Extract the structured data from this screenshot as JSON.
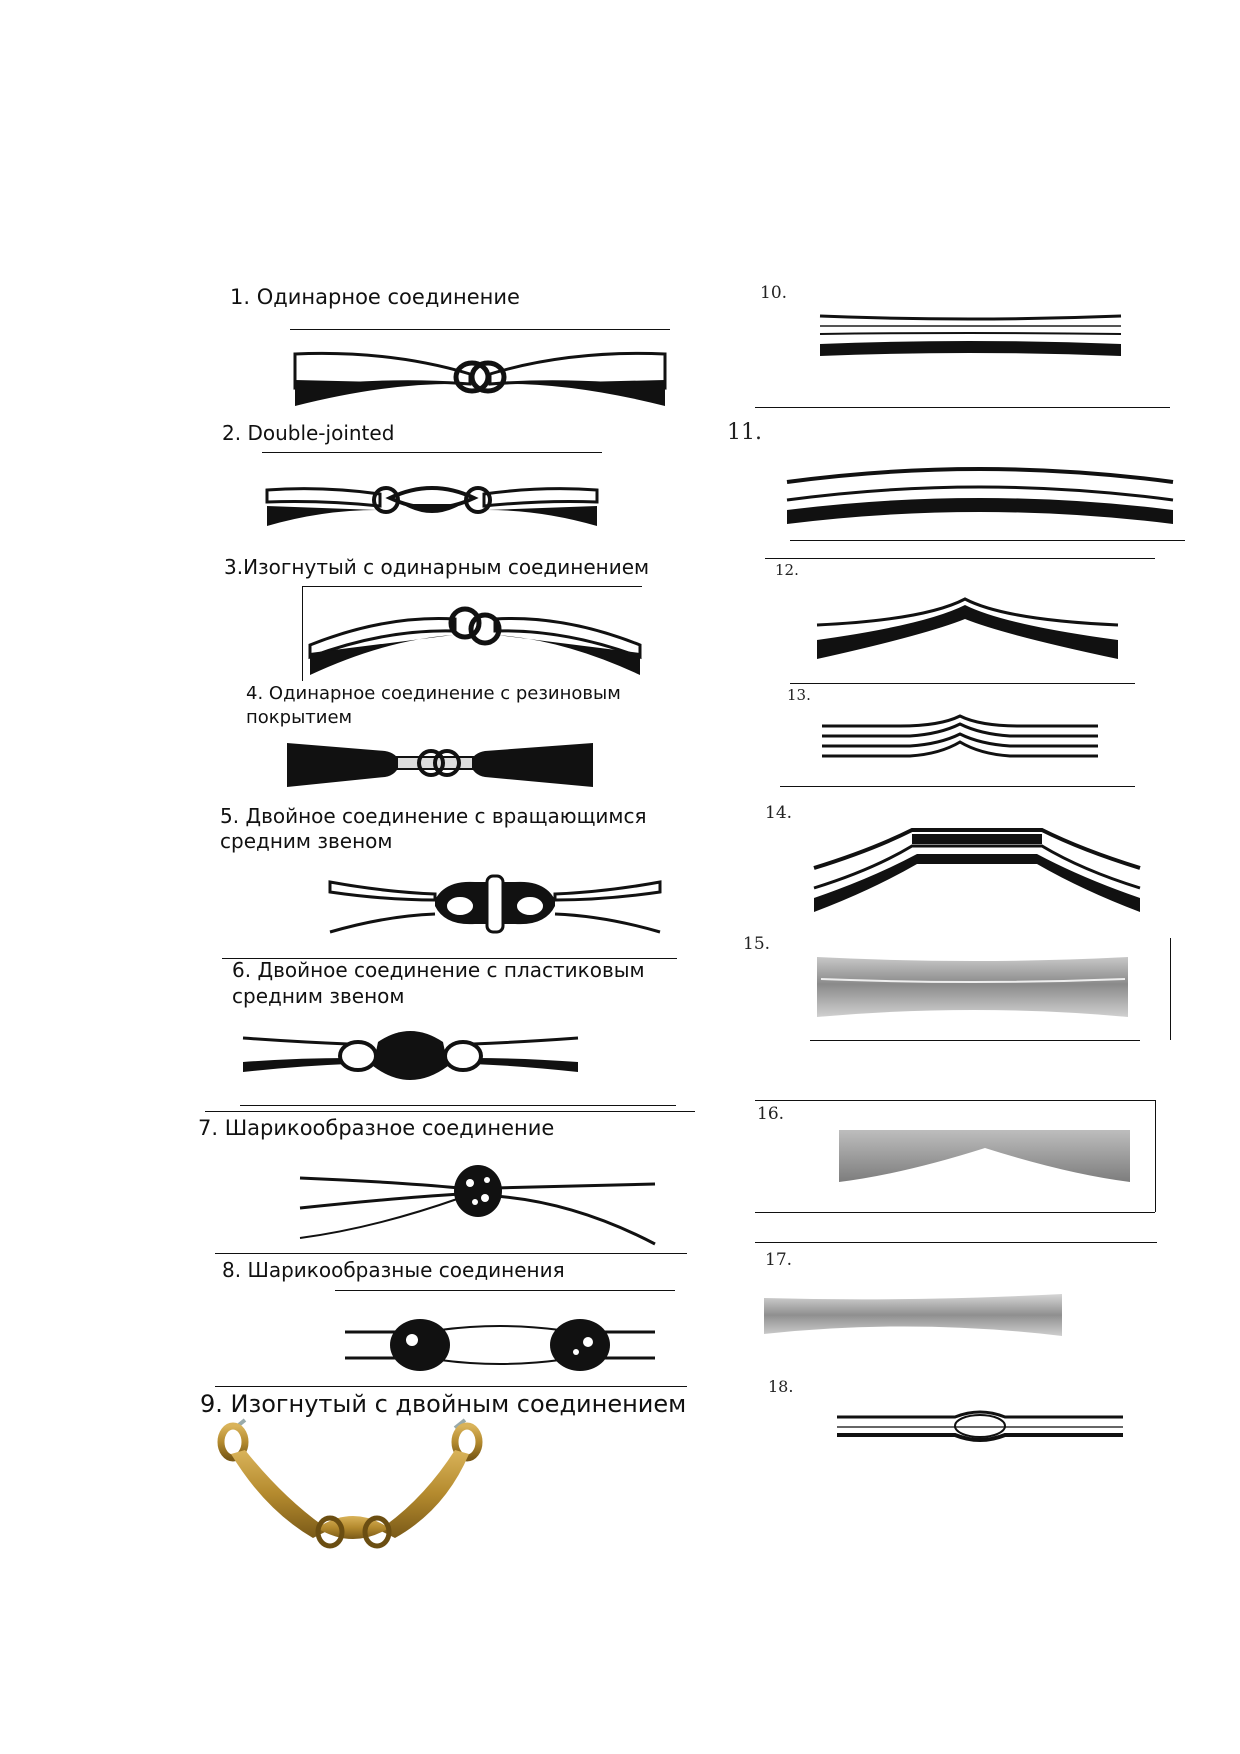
{
  "left_items": [
    {
      "label": "1. Одинарное соединение",
      "icon": "single-jointed-bit"
    },
    {
      "label": "2. Double-jointed",
      "icon": "double-jointed-bit"
    },
    {
      "label": "3.Изогнутый с одинарным соединением",
      "icon": "curved-single-jointed-bit"
    },
    {
      "label_line1": "4. Одинарное соединение с резиновым",
      "label_line2": "покрытием",
      "icon": "rubber-single-jointed-bit"
    },
    {
      "label_line1": "5. Двойное соединение с вращающимся",
      "label_line2": "средним звеном",
      "icon": "rotating-link-bit"
    },
    {
      "label_line1": "6. Двойное соединение с пластиковым",
      "label_line2": "средним звеном",
      "icon": "plastic-link-bit"
    },
    {
      "label": "7. Шарикообразное соединение",
      "icon": "ball-joint-bit"
    },
    {
      "label": "8. Шарикообразные соединения",
      "icon": "double-ball-joint-bit"
    },
    {
      "label": "9. Изогнутый с двойным соединением",
      "icon": "curved-double-jointed-bit"
    }
  ],
  "right_items": [
    {
      "label": "10.",
      "icon": "straight-bar-bit"
    },
    {
      "label": "11.",
      "icon": "slightly-curved-bar-bit"
    },
    {
      "label": "12.",
      "icon": "arched-bar-bit"
    },
    {
      "label": "13.",
      "icon": "low-port-bar-bit"
    },
    {
      "label": "14.",
      "icon": "high-port-bar-bit"
    },
    {
      "label": "15.",
      "icon": "thick-straight-bit"
    },
    {
      "label": "16.",
      "icon": "mullen-bit"
    },
    {
      "label": "17.",
      "icon": "tapered-bar-bit"
    },
    {
      "label": "18.",
      "icon": "center-swelled-bar-bit"
    }
  ],
  "colors": {
    "ink": "#111111",
    "gray": "#9a9a9a",
    "gold": "#b48a2e"
  }
}
